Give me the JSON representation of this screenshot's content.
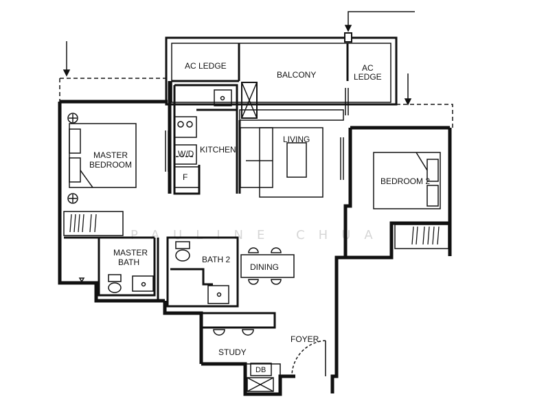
{
  "rooms": {
    "ac_ledge_left": "AC LEDGE",
    "balcony": "BALCONY",
    "ac_ledge_right_1": "AC",
    "ac_ledge_right_2": "LEDGE",
    "master_bedroom_1": "MASTER",
    "master_bedroom_2": "BEDROOM",
    "kitchen": "KITCHEN",
    "wd": "W/D",
    "fridge": "F",
    "living": "LIVING",
    "bedroom_2": "BEDROOM 2",
    "master_bath_1": "MASTER",
    "master_bath_2": "BATH",
    "bath_2": "BATH 2",
    "dining": "DINING",
    "foyer": "FOYER",
    "study": "STUDY",
    "db": "DB"
  },
  "watermark": "PAULINE CHUA",
  "colors": {
    "wall": "#111111",
    "line": "#222222",
    "watermark": "#d6d6d6"
  }
}
